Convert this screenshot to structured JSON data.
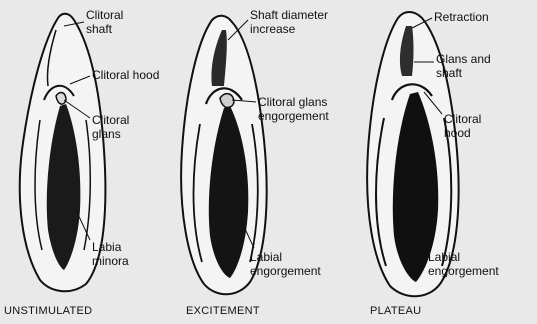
{
  "panels": [
    {
      "caption": "UNSTIMULATED",
      "labels": {
        "clitoral_shaft": [
          "Clitoral",
          "shaft"
        ],
        "clitoral_hood": "Clitoral hood",
        "clitoral_glans": [
          "Clitoral",
          "glans"
        ],
        "labia_minora": [
          "Labia",
          "minora"
        ]
      }
    },
    {
      "caption": "EXCITEMENT",
      "labels": {
        "shaft_diameter": [
          "Shaft diameter",
          "increase"
        ],
        "glans_engorgement": [
          "Clitoral glans",
          "engorgement"
        ],
        "labial_engorgement": [
          "Labial",
          "engorgement"
        ]
      }
    },
    {
      "caption": "PLATEAU",
      "labels": {
        "retraction": "Retraction",
        "glans_and_shaft": [
          "Glans and",
          "shaft"
        ],
        "clitoral_hood": [
          "Clitoral",
          "hood"
        ],
        "labial_engorgement": [
          "Labial",
          "engorgement"
        ]
      }
    }
  ]
}
